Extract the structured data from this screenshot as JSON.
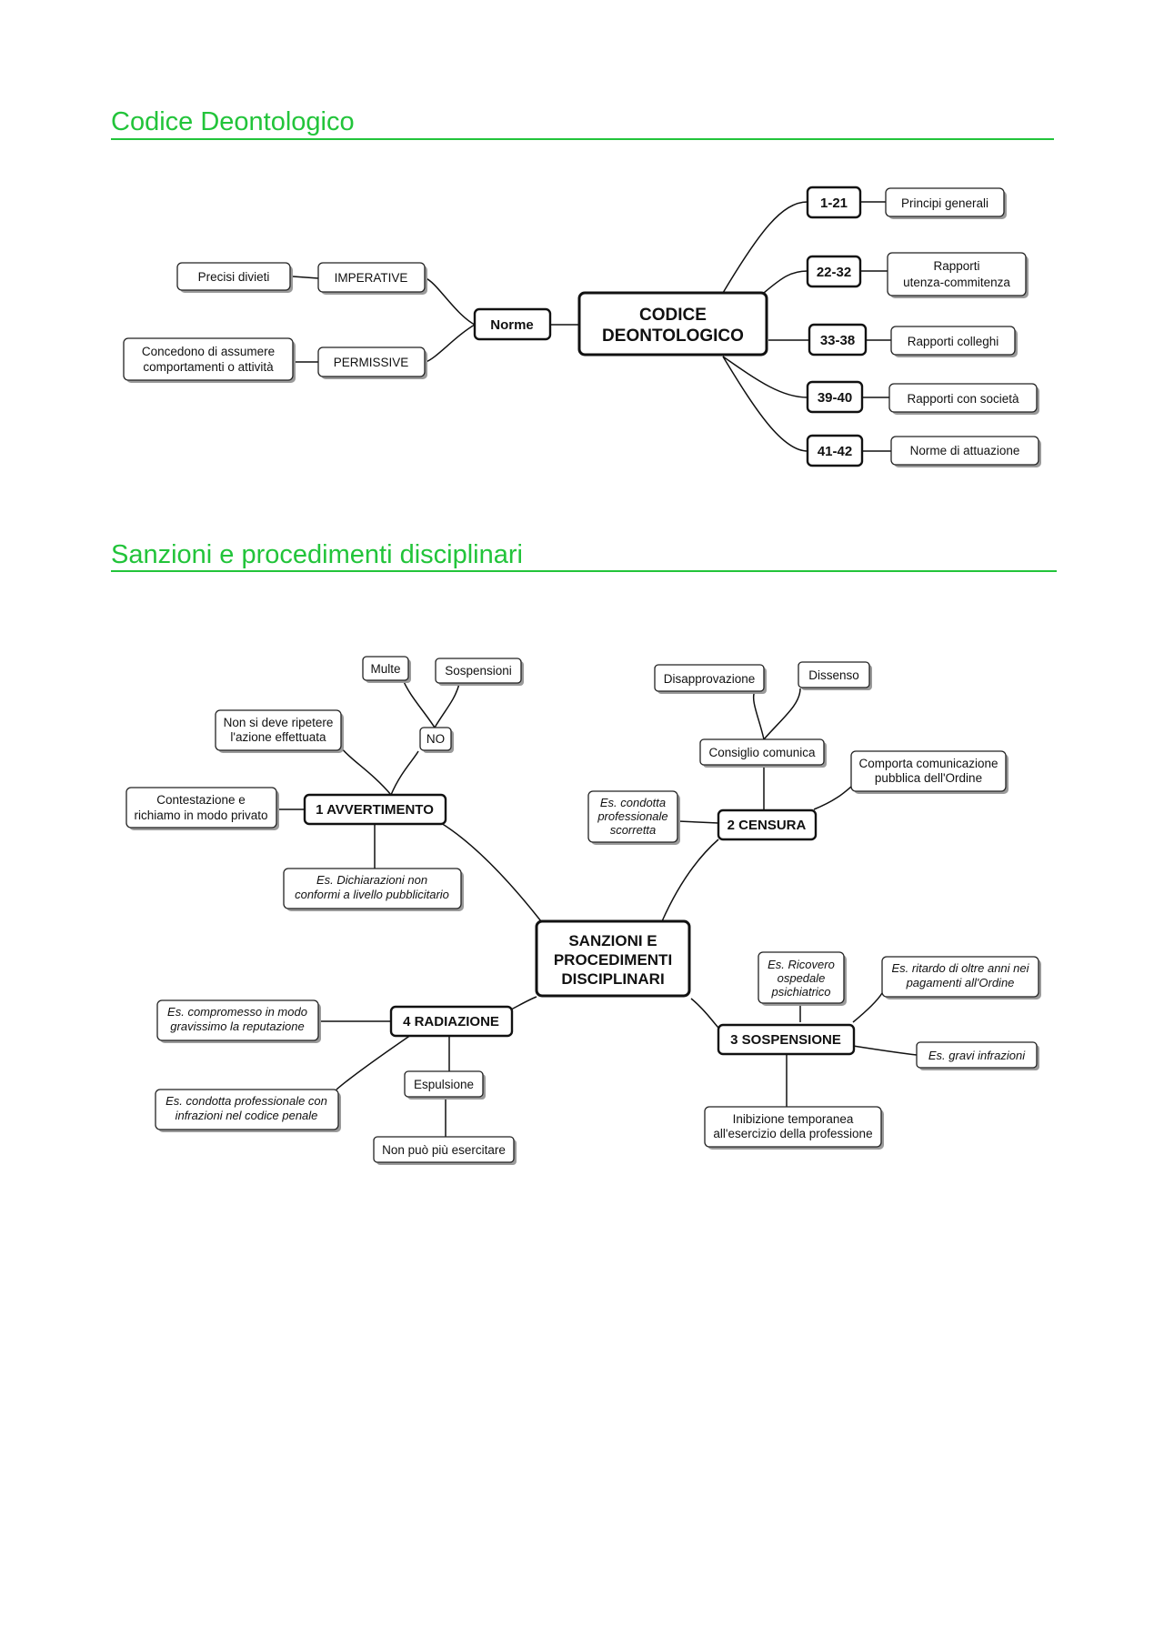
{
  "section1": {
    "title": "Codice Deontologico",
    "center": [
      "CODICE",
      "DEONTOLOGICO"
    ],
    "norme": "Norme",
    "imperative": "IMPERATIVE",
    "imperative_note": "Precisi divieti",
    "permissive": "PERMISSIVE",
    "permissive_note": [
      "Concedono di assumere",
      "comportamenti o attività"
    ],
    "articles": [
      {
        "range": "1-21",
        "desc": [
          "Principi generali"
        ]
      },
      {
        "range": "22-32",
        "desc": [
          "Rapporti",
          "utenza-commitenza"
        ]
      },
      {
        "range": "33-38",
        "desc": [
          "Rapporti colleghi"
        ]
      },
      {
        "range": "39-40",
        "desc": [
          "Rapporti con società"
        ]
      },
      {
        "range": "41-42",
        "desc": [
          "Norme di attuazione"
        ]
      }
    ]
  },
  "section2": {
    "title": "Sanzioni e procedimenti disciplinari",
    "center": [
      "SANZIONI E",
      "PROCEDIMENTI",
      "DISCIPLINARI"
    ],
    "avvertimento": {
      "label": "1 AVVERTIMENTO",
      "contestazione": [
        "Contestazione e",
        "richiamo in modo privato"
      ],
      "non_ripetere": [
        "Non si deve ripetere",
        "l'azione effettuata"
      ],
      "no": "NO",
      "multe": "Multe",
      "sospensioni": "Sospensioni",
      "esempio": [
        "Es. Dichiarazioni non",
        "conformi a livello pubblicitario"
      ]
    },
    "censura": {
      "label": "2 CENSURA",
      "disapprovazione": "Disapprovazione",
      "dissenso": "Dissenso",
      "consiglio": "Consiglio comunica",
      "comunicazione": [
        "Comporta comunicazione",
        "pubblica dell'Ordine"
      ],
      "esempio": [
        "Es. condotta",
        "professionale",
        "scorretta"
      ]
    },
    "sospensione": {
      "label": "3 SOSPENSIONE",
      "ricovero": [
        "Es. Ricovero",
        "ospedale",
        "psichiatrico"
      ],
      "ritardo": [
        "Es. ritardo di oltre anni nei",
        "pagamenti all'Ordine"
      ],
      "infrazioni": "Es. gravi infrazioni",
      "inibizione": [
        "Inibizione temporanea",
        "all'esercizio della professione"
      ]
    },
    "radiazione": {
      "label": "4 RADIAZIONE",
      "reputazione": [
        "Es. compromesso in modo",
        "gravissimo la reputazione"
      ],
      "penale": [
        "Es. condotta professionale con",
        "infrazioni nel codice penale"
      ],
      "espulsione": "Espulsione",
      "non_esercitare": "Non può più esercitare"
    }
  }
}
